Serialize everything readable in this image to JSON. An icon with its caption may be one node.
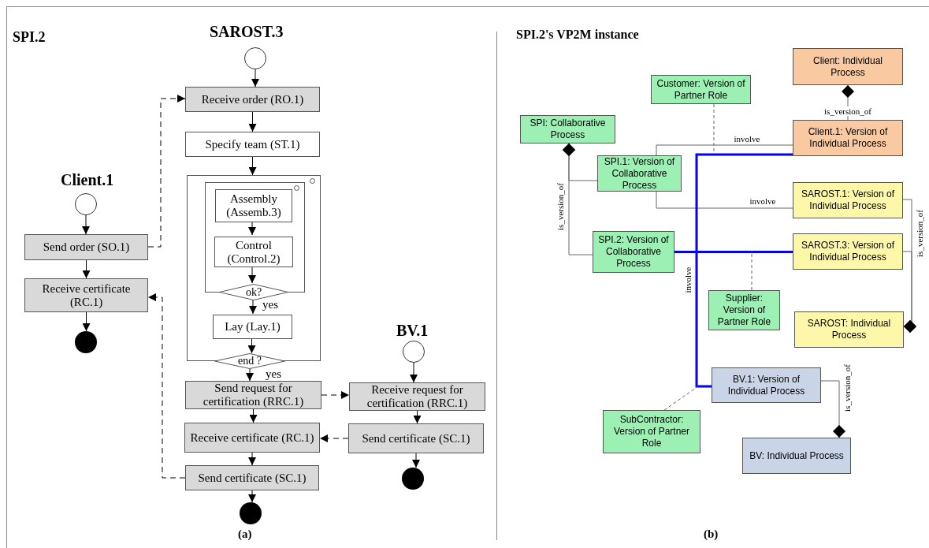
{
  "diagram": {
    "nodes": [
      {
        "text": [],
        "shape": "circle"
      },
      {
        "text": [
          "Receive order  (RO.1)"
        ]
      },
      {
        "text": [
          "Specify team (ST.1)"
        ]
      },
      {
        "text": [],
        "shape": "box"
      },
      {
        "text": [],
        "shape": "box",
        "in": 3
      },
      {
        "text": [
          "Assembly (Assemb.3)"
        ],
        "in": 4
      },
      {
        "text": [
          "Control (Control.2)"
        ],
        "in": 4
      },
      {
        "text": [
          "ok?"
        ],
        "in": 3
      },
      {
        "text": [
          "Lay (Lay.1)"
        ],
        "in": 3
      },
      {
        "text": [
          "end ?"
        ]
      },
      {
        "text": [
          "Send request for certification (RRC.1)"
        ]
      },
      {
        "text": [
          "Receive certificate (RC.1)"
        ]
      },
      {
        "text": [
          "Send certificate (SC.1)"
        ]
      },
      {
        "text": [],
        "shape": "circle"
      },
      {
        "text": [],
        "shape": "circle"
      },
      {
        "text": [
          "Send order (SO.1)"
        ]
      },
      {
        "text": [
          "Receive certificate (RC.1)"
        ]
      },
      {
        "text": [],
        "shape": "circle"
      },
      {
        "text": [],
        "shape": "circle"
      },
      {
        "text": [
          "Receive request for certification (RRC.1)"
        ]
      },
      {
        "text": [
          "Send certificate (SC.1)"
        ]
      },
      {
        "text": [],
        "shape": "circle"
      },
      {
        "text": [
          "Client: Individual Process"
        ]
      },
      {
        "text": [
          "Customer: Version of Partner Role"
        ]
      },
      {
        "text": [
          "SPI: Collaborative Process"
        ]
      },
      {
        "text": [
          "Client.1: Version of Individual Process"
        ]
      },
      {
        "text": [
          "SPI.1: Version of Collaborative Process"
        ]
      },
      {
        "text": [
          "SAROST.1: Version of Individual Process"
        ]
      },
      {
        "text": [
          "SPI.2: Version of Collaborative Process"
        ]
      },
      {
        "text": [
          "SAROST.3: Version of Individual Process"
        ]
      },
      {
        "text": [
          "Supplier: Version of Partner Role"
        ]
      },
      {
        "text": [
          "SAROST: Individual Process"
        ]
      },
      {
        "text": [
          "BV.1: Version of Individual Process"
        ]
      },
      {
        "text": [
          "SubContractor: Version of Partner Role"
        ]
      },
      {
        "text": [
          "BV: Individual Process"
        ]
      }
    ],
    "edges": [
      {
        "from": 0,
        "to": 1,
        "arrow": "to"
      },
      {
        "from": 1,
        "to": 2,
        "arrow": "to"
      },
      {
        "from": 2,
        "to": 3,
        "arrow": "to"
      },
      {
        "from": 5,
        "to": 6,
        "arrow": "to"
      },
      {
        "from": 6,
        "to": 7,
        "arrow": "to"
      },
      {
        "from": 7,
        "to": 8,
        "arrow": "to",
        "label": "yes"
      },
      {
        "from": 8,
        "to": 9,
        "arrow": "to"
      },
      {
        "from": 9,
        "to": 10,
        "arrow": "to",
        "label": "yes"
      },
      {
        "from": 10,
        "to": 11,
        "arrow": "to"
      },
      {
        "from": 11,
        "to": 12,
        "arrow": "to"
      },
      {
        "from": 12,
        "to": 13,
        "arrow": "to"
      },
      {
        "from": 14,
        "to": 15,
        "arrow": "to"
      },
      {
        "from": 15,
        "to": 16,
        "arrow": "to"
      },
      {
        "from": 16,
        "to": 17,
        "arrow": "to"
      },
      {
        "from": 18,
        "to": 19,
        "arrow": "to"
      },
      {
        "from": 19,
        "to": 20,
        "arrow": "to"
      },
      {
        "from": 20,
        "to": 21,
        "arrow": "to"
      },
      {
        "from": 15,
        "to": 1,
        "arrow": "to",
        "style": "dashed"
      },
      {
        "from": 10,
        "to": 19,
        "arrow": "to",
        "style": "dashed"
      },
      {
        "from": 20,
        "to": 11,
        "arrow": "to",
        "style": "dashed"
      },
      {
        "from": 12,
        "to": 16,
        "arrow": "to",
        "style": "dashed"
      },
      {
        "from": 25,
        "to": 22,
        "arrow": "other",
        "label": "is_version_of",
        "color": "#666666"
      },
      {
        "from": 26,
        "to": 24,
        "arrow": "other",
        "color": "#666666"
      },
      {
        "from": 28,
        "to": 24,
        "arrow": "other",
        "label": "is_version_of",
        "color": "#666666"
      },
      {
        "from": 26,
        "to": 25,
        "arrow": "none",
        "label": "involve",
        "color": "#666666"
      },
      {
        "from": 26,
        "to": 27,
        "arrow": "none",
        "label": "involve",
        "color": "#666666"
      },
      {
        "from": 28,
        "to": 29,
        "arrow": "none",
        "style": "thick",
        "color": "#0000ff"
      },
      {
        "from": 25,
        "to": 32,
        "arrow": "none",
        "style": "thick",
        "color": "#0000ff",
        "label": "involve"
      },
      {
        "from": 23,
        "to": null,
        "arrow": "none",
        "style": "dashed",
        "color": "#666666"
      },
      {
        "from": 30,
        "to": null,
        "arrow": "none",
        "style": "dashed",
        "color": "#666666"
      },
      {
        "from": 33,
        "to": null,
        "arrow": "none",
        "style": "dashed",
        "color": "#666666"
      },
      {
        "from": 27,
        "to": 31,
        "arrow": "other",
        "color": "#666666"
      },
      {
        "from": 29,
        "to": 31,
        "arrow": "other",
        "label": "is_version_of",
        "color": "#666666"
      },
      {
        "from": 32,
        "to": 34,
        "arrow": "other",
        "label": "is_version_of",
        "color": "#666666"
      }
    ],
    "labels": [
      "SPI.2",
      "SAROST.3",
      "Client.1",
      "BV.1",
      "(a)",
      "SPI.2's VP2M instance",
      "(b)"
    ]
  }
}
